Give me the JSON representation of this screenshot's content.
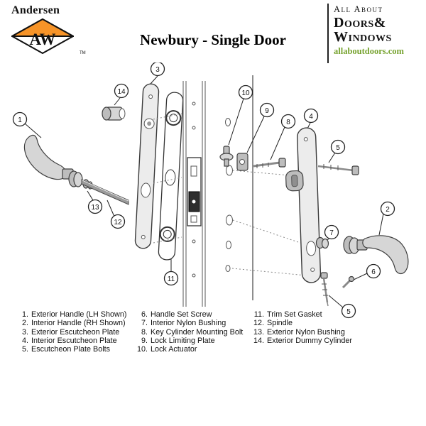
{
  "colors": {
    "accent_orange": "#F79428",
    "link_green": "#76A22E",
    "text_black": "#111111"
  },
  "header": {
    "brand": {
      "name": "Andersen",
      "monogram": "AW",
      "trademark": "TM"
    },
    "title": "Newbury - Single Door",
    "store": {
      "line1": "All About",
      "line2": "Doors&",
      "line3": "Windows",
      "url": "allaboutdoors.com"
    }
  },
  "diagram": {
    "callout_numbers": [
      "1",
      "2",
      "3",
      "4",
      "5",
      "6",
      "7",
      "8",
      "9",
      "10",
      "11",
      "12",
      "13",
      "14"
    ]
  },
  "legend": {
    "columns": [
      {
        "items": [
          {
            "num": "1.",
            "label": "Exterior Handle (LH Shown)"
          },
          {
            "num": "2.",
            "label": "Interior Handle (RH Shown)"
          },
          {
            "num": "3.",
            "label": "Exterior Escutcheon Plate"
          },
          {
            "num": "4.",
            "label": "Interior Escutcheon Plate"
          },
          {
            "num": "5.",
            "label": "Escutcheon Plate Bolts"
          }
        ]
      },
      {
        "items": [
          {
            "num": "6.",
            "label": "Handle Set Screw"
          },
          {
            "num": "7.",
            "label": "Interior Nylon Bushing"
          },
          {
            "num": "8.",
            "label": "Key Cylinder Mounting Bolt"
          },
          {
            "num": "9.",
            "label": "Lock Limiting Plate"
          },
          {
            "num": "10.",
            "label": "Lock Actuator"
          }
        ]
      },
      {
        "items": [
          {
            "num": "11.",
            "label": "Trim Set Gasket"
          },
          {
            "num": "12.",
            "label": "Spindle"
          },
          {
            "num": "13.",
            "label": "Exterior Nylon Bushing"
          },
          {
            "num": "14.",
            "label": "Exterior Dummy Cylinder"
          }
        ]
      }
    ]
  }
}
